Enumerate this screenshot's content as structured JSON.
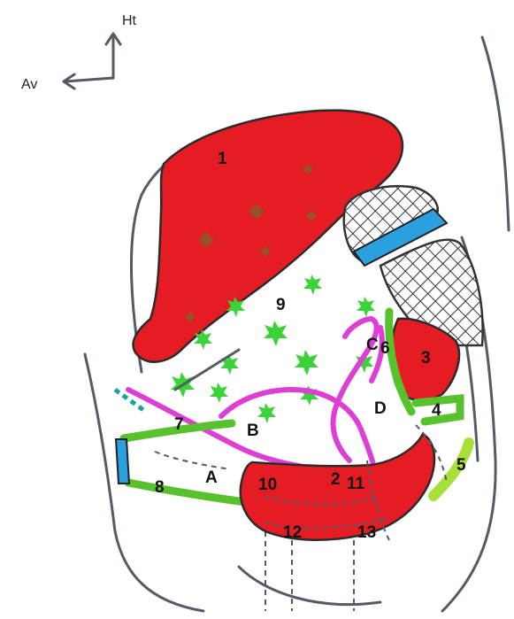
{
  "orientation": {
    "up_label": "Ht",
    "left_label": "Av"
  },
  "labels": {
    "n1": "1",
    "n2": "2",
    "n3": "3",
    "n4": "4",
    "n5": "5",
    "n6": "6",
    "n7": "7",
    "n8": "8",
    "n9": "9",
    "n10": "10",
    "n11": "11",
    "n12": "12",
    "n13": "13",
    "A": "A",
    "B": "B",
    "C": "C",
    "D": "D"
  },
  "colors": {
    "muscle_red": "#e51c23",
    "ligament_green": "#58c22e",
    "fascia_pink": "#dd3fd6",
    "bone_blue": "#2aa0e0",
    "outline": "#555b66"
  }
}
